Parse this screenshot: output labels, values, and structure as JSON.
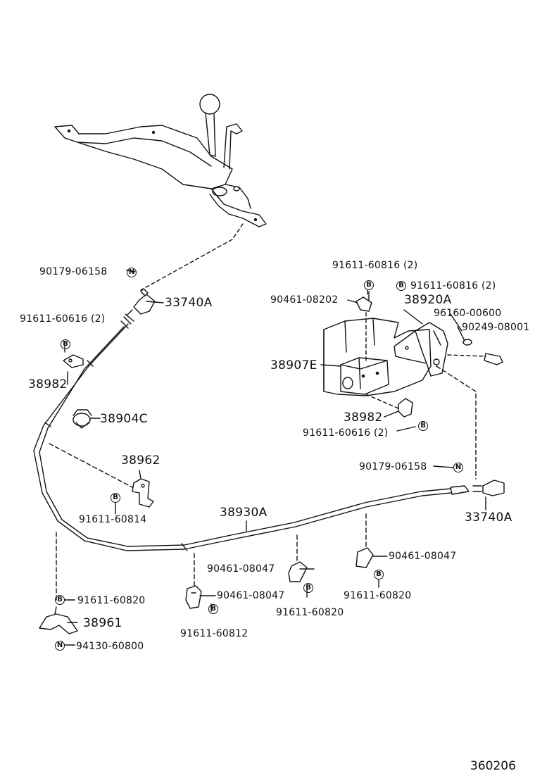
{
  "labels": {
    "l90179_top": "90179-06158",
    "l33740a_top": "33740A",
    "l91611_60616_left": "91611-60616 (2)",
    "l38982_left": "38982",
    "l38904c": "38904C",
    "l38962": "38962",
    "l91611_60814": "91611-60814",
    "l38930a": "38930A",
    "l91611_60816_a": "91611-60816 (2)",
    "l91611_60816_b": "91611-60816 (2)",
    "l90461_08202": "90461-08202",
    "l38920a": "38920A",
    "l96160_00600": "96160-00600",
    "l90249_08001": "90249-08001",
    "l38907e": "38907E",
    "l38982_right": "38982",
    "l91611_60616_right": "91611-60616 (2)",
    "l90179_right": "90179-06158",
    "l33740a_right": "33740A",
    "l90461_08047_a": "90461-08047",
    "l90461_08047_b": "90461-08047",
    "l90461_08047_c": "90461-08047",
    "l91611_60820_a": "91611-60820",
    "l91611_60820_b": "91611-60820",
    "l91611_60820_c": "91611-60820",
    "l91611_60812": "91611-60812",
    "l38961": "38961",
    "l94130_60800": "94130-60800"
  },
  "symbols": {
    "bolt": "B",
    "nut": "N"
  },
  "figure_number": "360206"
}
